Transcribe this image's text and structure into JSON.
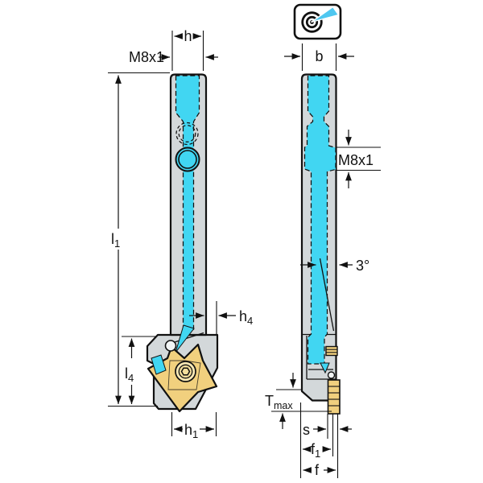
{
  "drawing_labels": {
    "h": "h",
    "m8_left": "M8x1",
    "l1": {
      "main": "l",
      "sub": "1"
    },
    "h4": {
      "main": "h",
      "sub": "4"
    },
    "l4": {
      "main": "l",
      "sub": "4"
    },
    "h1": {
      "main": "h",
      "sub": "1"
    },
    "b": "b",
    "m8_right": "M8x1",
    "angle": "3°",
    "tmax": {
      "main": "T",
      "sub": "max"
    },
    "s": "s",
    "f1": {
      "main": "f",
      "sub": "1"
    },
    "f": "f"
  },
  "colors": {
    "body_gray": "#d3d8da",
    "coolant_cyan": "#41d6f2",
    "insert_yellow": "#f1d07e",
    "insert_light": "#f8e8b4",
    "insert_mid": "#f4df9c",
    "pin_white": "#f2f5f5",
    "icon_beam": "#4fc7f0",
    "line_black": "#111111",
    "background": "#ffffff"
  }
}
